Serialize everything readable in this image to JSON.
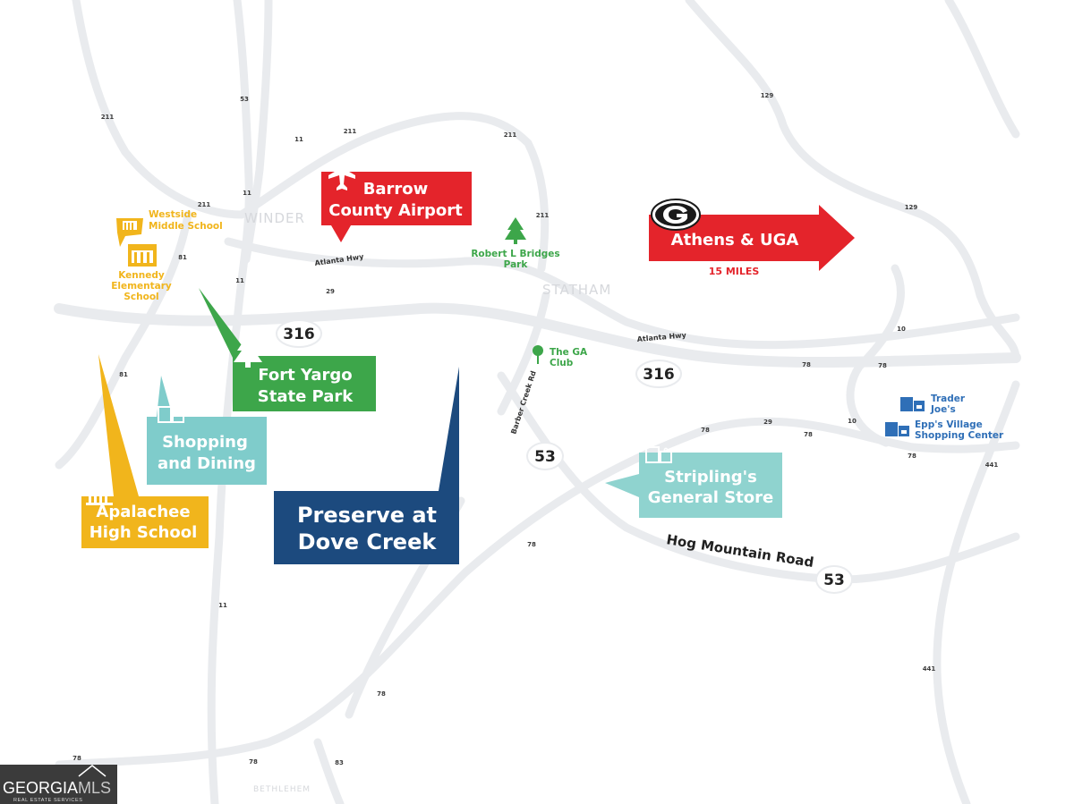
{
  "destination": {
    "line1": "Preserve at",
    "line2": "Dove Creek",
    "color": "#1c4a7e"
  },
  "callouts": {
    "airport": {
      "line1": "Barrow",
      "line2": "County Airport",
      "color": "#e4242b",
      "icon": "airplane-icon"
    },
    "athens": {
      "line1": "Athens & UGA",
      "distance": "15 MILES",
      "color": "#e4242b",
      "icon": "georgia-g-logo"
    },
    "fort_yargo": {
      "line1": "Fort Yargo",
      "line2": "State Park",
      "color": "#3da64a",
      "icon": "tree-icon"
    },
    "shopping": {
      "line1": "Shopping",
      "line2": "and Dining",
      "color": "#7fcccb",
      "icon": "shopping-bag-icon"
    },
    "apalachee": {
      "line1": "Apalachee",
      "line2": "High School",
      "color": "#f1b51c",
      "icon": "school-icon"
    },
    "stripling": {
      "line1": "Stripling's",
      "line2": "General Store",
      "color": "#8fd3cf",
      "icon": "shopping-bag-icon"
    }
  },
  "pois": {
    "westside": {
      "line1": "Westside",
      "line2": "Middle School",
      "color": "#f1b51c",
      "icon": "school-icon"
    },
    "kennedy": {
      "line1": "Kennedy",
      "line2": "Elementary",
      "line3": "School",
      "color": "#f1b51c",
      "icon": "school-icon"
    },
    "robert": {
      "line1": "Robert L Bridges",
      "line2": "Park",
      "color": "#3da64a",
      "icon": "tree-icon"
    },
    "ga_club": {
      "line1": "The GA",
      "line2": "Club",
      "color": "#3da64a",
      "icon": "golf-pin-icon"
    },
    "trader": {
      "line1": "Trader",
      "line2": "Joe's",
      "color": "#2f6fb7",
      "icon": "shopping-bag-icon"
    },
    "epps": {
      "line1": "Epp's Village",
      "line2": "Shopping Center",
      "color": "#2f6fb7",
      "icon": "shopping-bag-icon"
    }
  },
  "towns": {
    "winder": "WINDER",
    "statham": "STATHAM",
    "bethlehem": "BETHLEHEM"
  },
  "streets": {
    "atlanta_hwy_west": "Atlanta Hwy",
    "atlanta_hwy_east": "Atlanta Hwy",
    "barber_creek": "Barber Creek Rd",
    "hog_mountain": "Hog Mountain Road"
  },
  "major_routes": {
    "r316_west": "316",
    "r316_east": "316",
    "r53_center": "53",
    "r53_east": "53"
  },
  "route_markers": {
    "r211_a": "211",
    "r53_top": "53",
    "r211_b": "211",
    "r211_c": "211",
    "r129_a": "129",
    "r11_a": "11",
    "r211_d": "211",
    "r11_b": "11",
    "r211_e": "211",
    "r129_b": "129",
    "r81_a": "81",
    "r11_c": "11",
    "r29_a": "29",
    "r10_a": "10",
    "r78_a": "78",
    "r78_b": "78",
    "r81_b": "81",
    "r10_b": "10",
    "r29_b": "29",
    "r78_c": "78",
    "r78_d": "78",
    "r78_e": "78",
    "r441_a": "441",
    "r78_f": "78",
    "r11_d": "11",
    "r441_b": "441",
    "r78_g": "78",
    "r78_h": "78",
    "r78_i": "78",
    "r83": "83"
  },
  "watermark": {
    "part1": "GEORGIA",
    "part2": "MLS",
    "sub": "REAL ESTATE SERVICES"
  }
}
